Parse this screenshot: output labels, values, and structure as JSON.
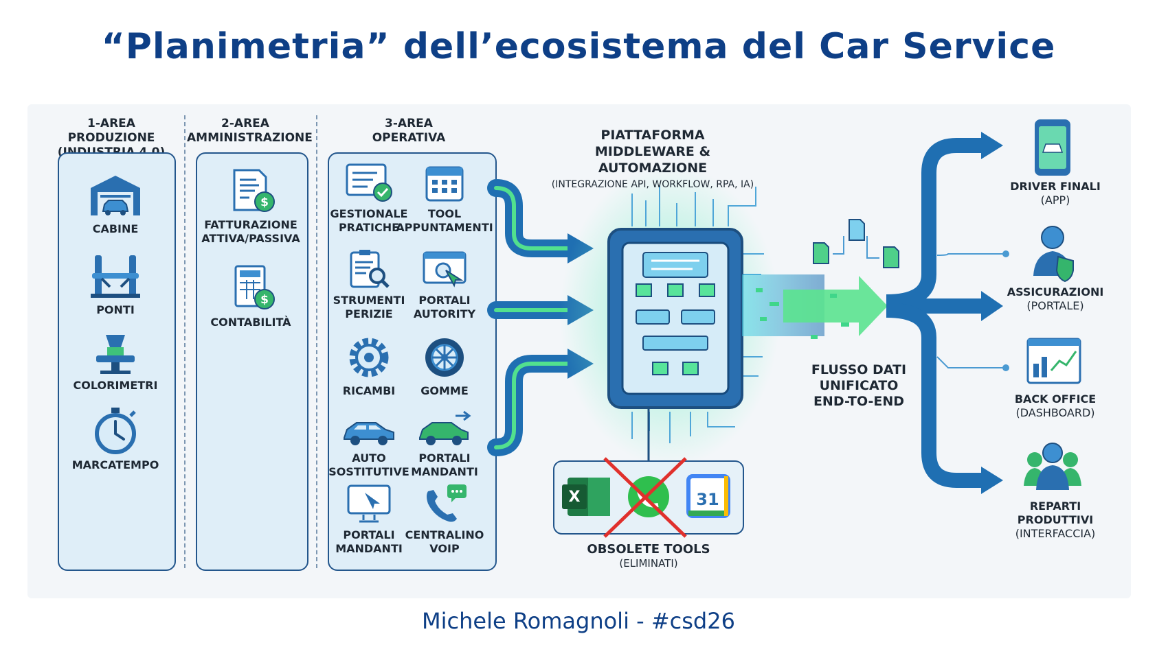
{
  "title": "“Planimetria” dell’ecosistema del Car Service",
  "author": "Michele Romagnoli - #csd26",
  "areas": [
    {
      "title_line1": "1-AREA PRODUZIONE",
      "title_line2": "(INDUSTRIA 4.0)",
      "items": [
        "CABINE",
        "PONTI",
        "COLORIMETRI",
        "MARCATEMPO"
      ]
    },
    {
      "title_line1": "2-AREA",
      "title_line2": "AMMINISTRAZIONE",
      "items": [
        [
          "FATTURAZIONE",
          "ATTIVA/PASSIVA"
        ],
        [
          "CONTABILITÀ"
        ]
      ]
    },
    {
      "title_line1": "3-AREA",
      "title_line2": "OPERATIVA",
      "items": [
        [
          "GESTIONALE",
          "PRATICHE"
        ],
        [
          "TOOL",
          "APPUNTAMENTI"
        ],
        [
          "STRUMENTI",
          "PERIZIE"
        ],
        [
          "PORTALI",
          "AUTORITY"
        ],
        [
          "RICAMBI"
        ],
        [
          "GOMME"
        ],
        [
          "AUTO",
          "SOSTITUTIVE"
        ],
        [
          "PORTALI",
          "MANDANTI"
        ],
        [
          "PORTALI",
          "MANDANTI"
        ],
        [
          "CENTRALINO",
          "VOIP"
        ]
      ]
    }
  ],
  "platform": {
    "line1": "PIATTAFORMA",
    "line2": "MIDDLEWARE & AUTOMAZIONE",
    "line3": "(INTEGRAZIONE API, WORKFLOW, RPA, IA)"
  },
  "flow": {
    "line1": "FLUSSO DATI",
    "line2": "UNIFICATO",
    "line3": "END-TO-END"
  },
  "obsolete": {
    "line1": "OBSOLETE TOOLS",
    "line2": "(ELIMINATI)",
    "calendar_number": "31",
    "excel_letter": "X"
  },
  "outputs": [
    {
      "line1": "DRIVER FINALI",
      "line2": "(APP)"
    },
    {
      "line1": "ASSICURAZIONI",
      "line2": "(PORTALE)"
    },
    {
      "line1": "BACK OFFICE",
      "line2": "(DASHBOARD)"
    },
    {
      "line1": "REPARTI",
      "line2": "PRODUTTIVI",
      "line3": "(INTERFACCIA)"
    }
  ],
  "colors": {
    "title": "#0e3f86",
    "pipe": "#1f6fb2",
    "accent_green": "#35d07f",
    "box_border": "#23568c",
    "cross": "#e0302c"
  }
}
